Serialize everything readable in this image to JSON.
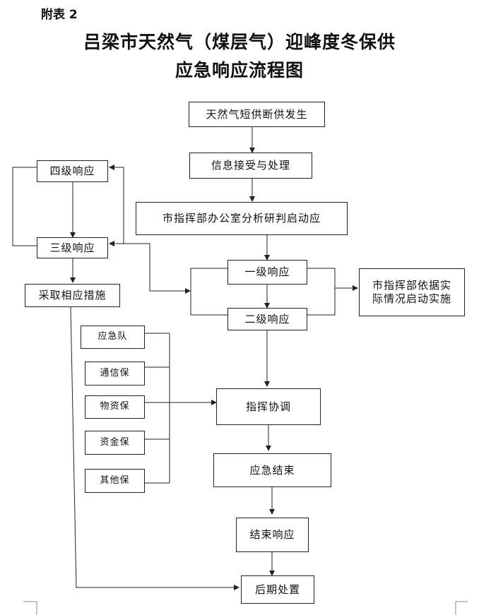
{
  "header": {
    "tag": "附表 2",
    "title_line1": "吕梁市天然气（煤层气）迎峰度冬保供",
    "title_line2": "应急响应流程图"
  },
  "nodes": {
    "shortage": "天然气短供断供发生",
    "info": "信息接受与处理",
    "analyze": "市指挥部办公室分析研判启动应",
    "level1": "一级响应",
    "level2": "二级响应",
    "level3": "三级响应",
    "level4": "四级响应",
    "hq_line1": "市指挥部依据实",
    "hq_line2": "际情况启动实施",
    "measures": "采取相应措施",
    "team": "应急队",
    "comm": "通信保",
    "material": "物资保",
    "fund": "资金保",
    "other": "其他保",
    "command": "指挥协调",
    "end": "应急结束",
    "end_resp": "结束响应",
    "aftermath": "后期处置"
  }
}
